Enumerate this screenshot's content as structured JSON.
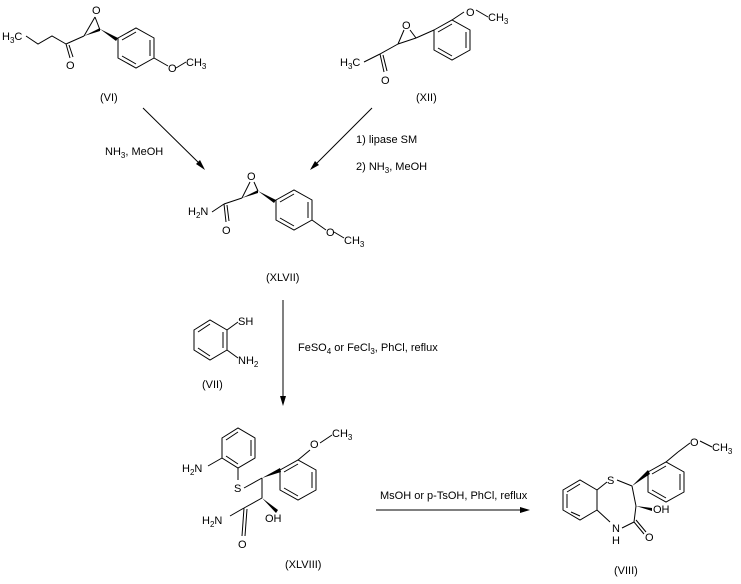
{
  "compounds": {
    "vi": {
      "label": "(VI)",
      "h3c": "H",
      "h3c_sub": "3",
      "h3c_c": "C",
      "o_carbonyl": "O",
      "o_epoxide": "O",
      "och3": "O",
      "ch3": "CH",
      "ch3_sub": "3"
    },
    "xii": {
      "label": "(XII)",
      "h3c": "H",
      "h3c_sub": "3",
      "h3c_c": "C",
      "o_carbonyl": "O",
      "o_epoxide": "O",
      "och3": "O",
      "ch3": "CH",
      "ch3_sub": "3"
    },
    "xlvii": {
      "label": "(XLVII)",
      "h2n": "H",
      "h2n_sub": "2",
      "h2n_n": "N",
      "o_carbonyl": "O",
      "o_epoxide": "O",
      "och3": "O",
      "ch3": "CH",
      "ch3_sub": "3"
    },
    "vii": {
      "label": "(VII)",
      "sh": "SH",
      "nh2": "NH",
      "nh2_sub": "2"
    },
    "xlviii": {
      "label": "(XLVIII)",
      "h2n_aryl": "H",
      "h2n_aryl_sub": "2",
      "h2n_aryl_n": "N",
      "s": "S",
      "och3": "O",
      "ch3": "CH",
      "ch3_sub": "3",
      "h2n_amide": "H",
      "h2n_amide_sub": "2",
      "h2n_amide_n": "N",
      "o_carbonyl": "O",
      "oh": "OH"
    },
    "viii": {
      "label": "(VIII)",
      "s": "S",
      "och3": "O",
      "ch3": "CH",
      "ch3_sub": "3",
      "oh": "OH",
      "nh_n": "N",
      "nh_h": "H",
      "o_carbonyl": "O"
    }
  },
  "reactions": {
    "vi_to_xlvii": {
      "reagent_a": "NH",
      "reagent_a_sub": "3",
      "reagent_b": ", MeOH"
    },
    "xii_to_xlvii": {
      "step1": "1) lipase SM",
      "step2_a": "2) NH",
      "step2_sub": "3",
      "step2_b": ", MeOH"
    },
    "xlvii_to_xlviii": {
      "a": "FeSO",
      "a_sub": "4",
      "b": " or FeCl",
      "b_sub": "3",
      "c": ", PhCl, reflux"
    },
    "xlviii_to_viii": {
      "conditions": "MsOH or p-TsOH, PhCl, reflux"
    }
  }
}
